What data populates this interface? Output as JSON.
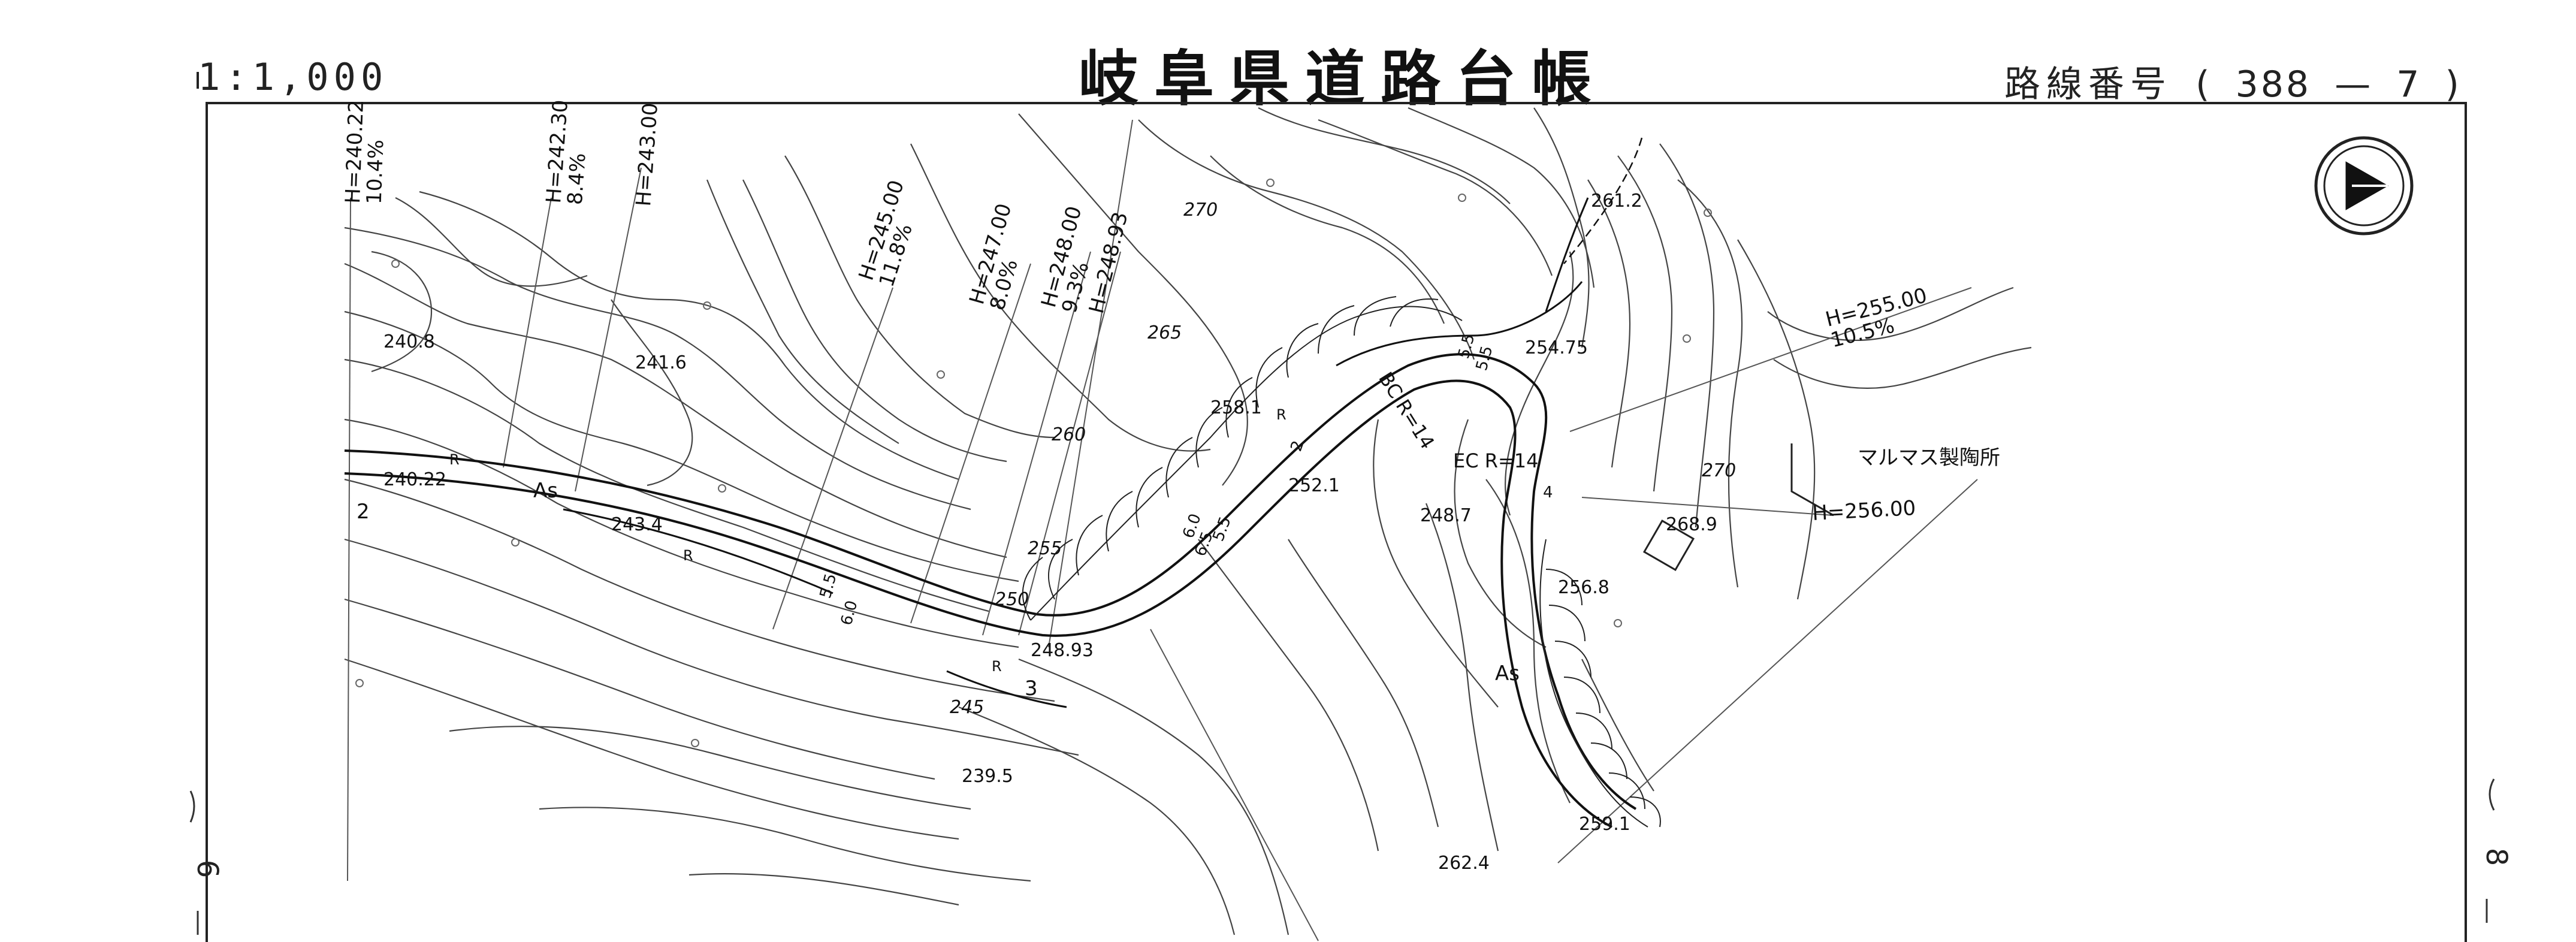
{
  "header": {
    "scale": "1:1,000",
    "title": "岐阜県道路台帳",
    "route_label": "路線番号",
    "route_open": "(",
    "route_number": "388",
    "route_dash": "—",
    "route_section": "7",
    "route_close": ")"
  },
  "margin": {
    "left_sheet": "6",
    "right_sheet": "8"
  },
  "map": {
    "heights": [
      "H=240.22\n10.4%",
      "H=242.30\n8.4%",
      "H=243.00",
      "H=245.00\n11.8%",
      "H=247.00\n8.0%",
      "H=248.00\n9.3%",
      "H=248.93",
      "H=255.00\n10.5%",
      "H=256.00"
    ],
    "elevations": [
      "240.8",
      "241.6",
      "240.22",
      "243.4",
      "258.1",
      "252.1",
      "248.7",
      "248.93",
      "239.5",
      "261.2",
      "254.75",
      "268.9",
      "256.8",
      "259.1",
      "262.4"
    ],
    "contours": [
      "270",
      "265",
      "260",
      "255",
      "250",
      "245",
      "270"
    ],
    "curves": [
      "BC R=14",
      "EC R=14"
    ],
    "widths": [
      "5.5",
      "6.0",
      "5.5",
      "5.5",
      "2",
      "6.5",
      "5.5",
      "6.0",
      "4"
    ],
    "road_marks": [
      "As",
      "As",
      "R",
      "R",
      "R",
      "R",
      "2",
      "3"
    ],
    "facility": "マルマス製陶所"
  }
}
